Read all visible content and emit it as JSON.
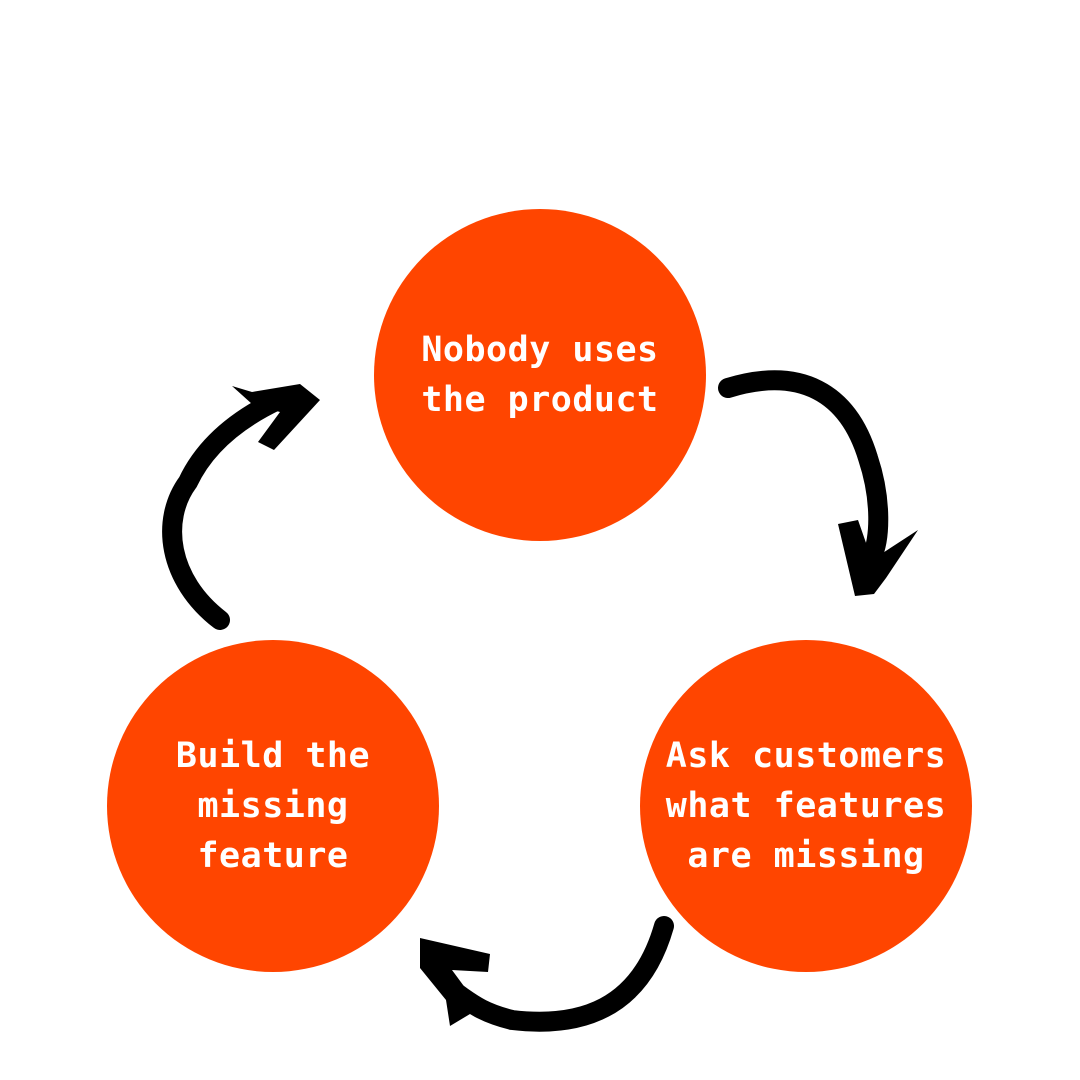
{
  "colors": {
    "background": "#ffffff",
    "node_fill": "#ff4500",
    "node_text": "#ffffff",
    "arrow": "#000000"
  },
  "cycle": {
    "nodes": [
      {
        "id": "top",
        "label": "Nobody uses\nthe product"
      },
      {
        "id": "right",
        "label": "Ask customers\nwhat features\nare missing"
      },
      {
        "id": "left",
        "label": "Build the\nmissing\nfeature"
      }
    ],
    "edges": [
      {
        "from": "top",
        "to": "right",
        "icon": "curved-arrow-icon"
      },
      {
        "from": "right",
        "to": "left",
        "icon": "curved-arrow-icon"
      },
      {
        "from": "left",
        "to": "top",
        "icon": "curved-arrow-icon"
      }
    ]
  }
}
